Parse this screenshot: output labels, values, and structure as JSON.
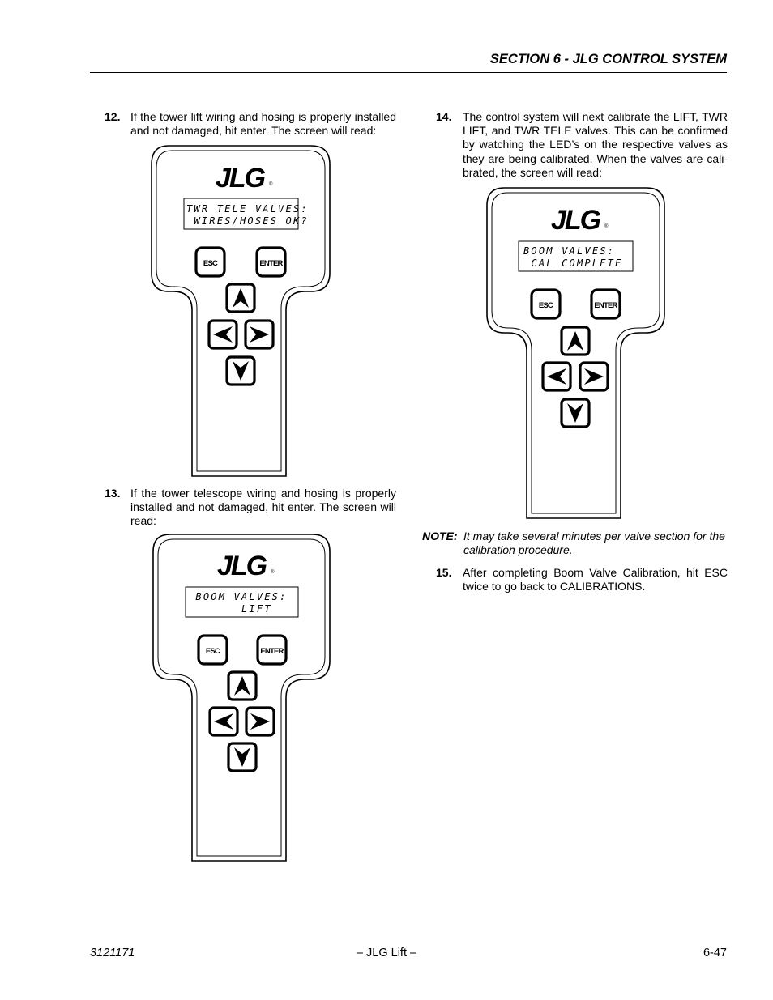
{
  "header": {
    "title": "SECTION 6 - JLG CONTROL SYSTEM"
  },
  "steps": [
    {
      "num": "12.",
      "text": "If the tower lift wiring and hosing is properly installed and not damaged, hit enter. The screen will read:"
    },
    {
      "num": "13.",
      "text": "If the tower telescope wiring and hosing is properly installed and not damaged, hit enter. The screen will read:"
    },
    {
      "num": "14.",
      "text": "The control system will next calibrate the LIFT, TWR LIFT, and TWR TELE valves. This can be confirmed by watching the LED’s on the respective valves as they are being calibrated. When the valves are cali-brated, the screen will read:"
    },
    {
      "num": "15.",
      "text": "After completing Boom Valve Calibration, hit ESC twice to go back to CALIBRATIONS."
    }
  ],
  "note": {
    "label": "NOTE:",
    "text": "It may take several minutes per valve section for the calibration procedure."
  },
  "pendants": [
    {
      "brand": "JLG",
      "reg": "®",
      "lcd_line1": "TWR TELE VALVES:",
      "lcd_line2": " WIRES/HOSES OK?",
      "esc_label": "ESC",
      "enter_label": "ENTER"
    },
    {
      "brand": "JLG",
      "reg": "®",
      "lcd_line1": " BOOM VALVES:",
      "lcd_line2": "       LIFT",
      "esc_label": "ESC",
      "enter_label": "ENTER"
    },
    {
      "brand": "JLG",
      "reg": "®",
      "lcd_line1": "BOOM VALVES:",
      "lcd_line2": " CAL COMPLETE",
      "esc_label": "ESC",
      "enter_label": "ENTER"
    }
  ],
  "footer": {
    "doc_number": "3121171",
    "center": "– JLG Lift –",
    "page": "6-47"
  }
}
